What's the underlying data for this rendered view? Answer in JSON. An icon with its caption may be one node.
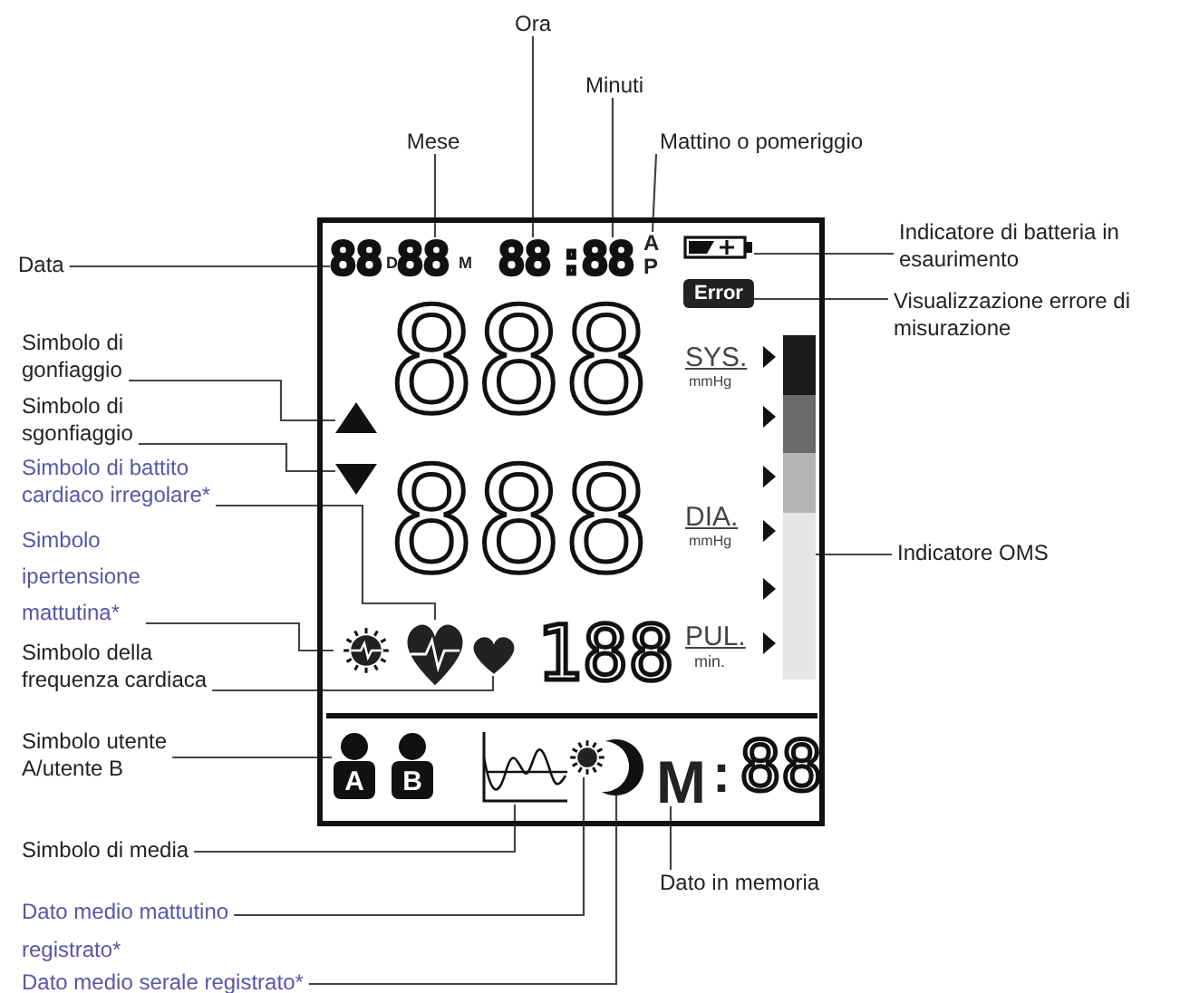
{
  "diagram": {
    "nodes": [
      {
        "text": [
          "Ora"
        ]
      },
      {
        "text": [
          "Minuti"
        ]
      },
      {
        "text": [
          "Mese"
        ]
      },
      {
        "text": [
          "Mattino o pomeriggio"
        ]
      },
      {
        "text": [
          "Data"
        ]
      },
      {
        "text": [
          "Indicatore di batteria in esaurimento"
        ]
      },
      {
        "text": [
          "Visualizzazione errore di misurazione"
        ]
      },
      {
        "text": [
          "Simbolo di gonfiaggio"
        ]
      },
      {
        "text": [
          "Simbolo di sgonfiaggio"
        ]
      },
      {
        "text": [
          "Simbolo di battito cardiaco irregolare*"
        ]
      },
      {
        "text": [
          "Indicatore OMS"
        ]
      },
      {
        "text": [
          "Simbolo ipertensione mattutina*"
        ]
      },
      {
        "text": [
          "Simbolo della frequenza cardiaca"
        ]
      },
      {
        "text": [
          "Simbolo utente A/utente B"
        ]
      },
      {
        "text": [
          "Simbolo di media"
        ]
      },
      {
        "text": [
          "Dato in memoria"
        ]
      },
      {
        "text": [
          "Dato medio mattutino registrato*"
        ]
      },
      {
        "text": [
          "Dato medio serale registrato*"
        ]
      },
      {
        "text": [],
        "shape": "box"
      },
      {
        "text": [
          "88"
        ],
        "in": 18
      },
      {
        "text": [
          "88"
        ],
        "in": 18
      },
      {
        "text": [
          "88"
        ],
        "in": 18
      },
      {
        "text": [
          "88"
        ],
        "in": 18
      },
      {
        "text": [
          "A P"
        ],
        "in": 18
      },
      {
        "text": [],
        "shape": "battery",
        "in": 18
      },
      {
        "text": [
          "Error"
        ],
        "in": 18
      },
      {
        "text": [],
        "shape": "triangle",
        "in": 18
      },
      {
        "text": [],
        "shape": "triangle",
        "in": 18
      },
      {
        "text": [],
        "shape": "heart",
        "in": 18
      },
      {
        "text": [],
        "shape": "bar",
        "in": 18
      },
      {
        "text": [],
        "shape": "sun",
        "in": 18
      },
      {
        "text": [],
        "shape": "heart",
        "in": 18
      },
      {
        "text": [
          "A"
        ],
        "in": 18
      },
      {
        "text": [],
        "shape": "chart",
        "in": 18
      },
      {
        "text": [],
        "shape": "sun",
        "in": 18
      },
      {
        "text": [],
        "shape": "moon",
        "in": 18
      },
      {
        "text": [
          "M"
        ],
        "in": 18
      }
    ],
    "edges": [
      {
        "from": 0,
        "to": 21,
        "arrow": "none"
      },
      {
        "from": 1,
        "to": 22,
        "arrow": "none"
      },
      {
        "from": 2,
        "to": 20,
        "arrow": "none"
      },
      {
        "from": 3,
        "to": 23,
        "arrow": "none"
      },
      {
        "from": 4,
        "to": 19,
        "arrow": "none"
      },
      {
        "from": 5,
        "to": 24,
        "arrow": "none"
      },
      {
        "from": 6,
        "to": 25,
        "arrow": "none"
      },
      {
        "from": 7,
        "to": 26,
        "arrow": "none"
      },
      {
        "from": 8,
        "to": 27,
        "arrow": "none"
      },
      {
        "from": 9,
        "to": 28,
        "arrow": "none"
      },
      {
        "from": 10,
        "to": 29,
        "arrow": "none"
      },
      {
        "from": 11,
        "to": 30,
        "arrow": "none"
      },
      {
        "from": 12,
        "to": 31,
        "arrow": "none"
      },
      {
        "from": 13,
        "to": 32,
        "arrow": "none"
      },
      {
        "from": 14,
        "to": 33,
        "arrow": "none"
      },
      {
        "from": 15,
        "to": 36,
        "arrow": "none"
      },
      {
        "from": 16,
        "to": 34,
        "arrow": "none"
      },
      {
        "from": 17,
        "to": 35,
        "arrow": "none"
      }
    ],
    "labels": [
      "D",
      "M",
      ":",
      "888",
      "SYS.",
      "mmHg",
      "888",
      "DIA.",
      "mmHg",
      "188",
      "PUL.",
      "min.",
      "B",
      ":",
      "88"
    ]
  }
}
